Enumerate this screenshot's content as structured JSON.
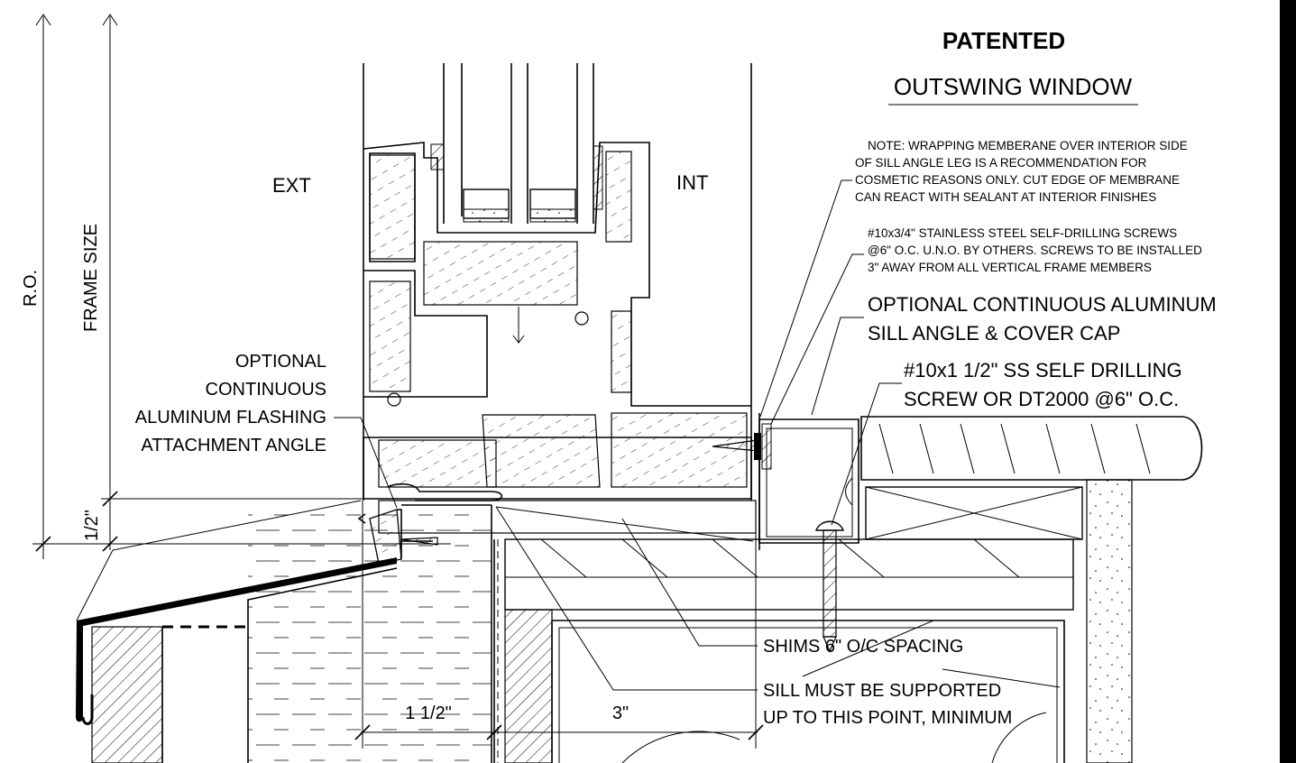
{
  "title": "PATENTED",
  "subtitle": "OUTSWING WINDOW",
  "labels": {
    "ext": "EXT",
    "int": "INT",
    "ro": "R.O.",
    "frame_size": "FRAME SIZE",
    "half_inch": "1/2\"",
    "one_half_inch": "1 1/2\"",
    "three_inch": "3\""
  },
  "notes": {
    "membrane": [
      "NOTE: WRAPPING MEMBERANE OVER INTERIOR SIDE",
      "OF SILL ANGLE LEG IS A RECOMMENDATION FOR",
      "COSMETIC REASONS ONLY. CUT EDGE OF MEMBRANE",
      "CAN REACT WITH SEALANT AT INTERIOR FINISHES"
    ],
    "screws_small": [
      "#10x3/4\" STAINLESS STEEL SELF-DRILLING SCREWS",
      "@6\" O.C. U.N.O. BY OTHERS. SCREWS TO BE INSTALLED",
      "3\" AWAY FROM ALL VERTICAL FRAME MEMBERS"
    ],
    "sill_angle": [
      "OPTIONAL CONTINUOUS ALUMINUM",
      "SILL ANGLE & COVER CAP"
    ],
    "screw_large": [
      "#10x1 1/2\" SS SELF DRILLING",
      "SCREW OR DT2000 @6\" O.C."
    ],
    "flashing": [
      "OPTIONAL",
      "CONTINUOUS",
      "ALUMINUM FLASHING",
      "ATTACHMENT ANGLE"
    ],
    "shims": "SHIMS 6\" O/C SPACING",
    "support": [
      "SILL MUST BE SUPPORTED",
      "UP TO THIS POINT, MINIMUM"
    ]
  }
}
